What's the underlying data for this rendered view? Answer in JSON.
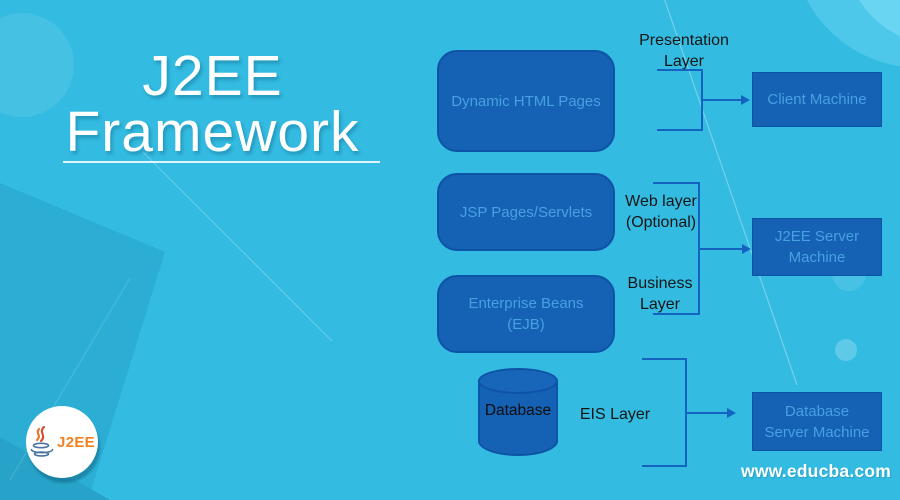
{
  "title": {
    "line1": "J2EE",
    "line2": "Framework"
  },
  "logo": {
    "text": "J2EE"
  },
  "diagram": {
    "left_boxes": [
      {
        "label": "Dynamic HTML Pages"
      },
      {
        "label": "JSP Pages/Servlets"
      },
      {
        "label": "Enterprise Beans (EJB)"
      }
    ],
    "right_boxes": [
      {
        "label": "Client Machine"
      },
      {
        "label": "J2EE Server Machine"
      },
      {
        "label": "Database Server Machine"
      }
    ],
    "database": {
      "label": "Database"
    },
    "layers": {
      "presentation": "Presentation\nLayer",
      "web": "Web layer\n(Optional)",
      "business": "Business\nLayer",
      "eis": "EIS Layer"
    }
  },
  "footer": {
    "website": "www.educba.com"
  },
  "colors": {
    "bg": "#33bbe1",
    "box_fill": "#1561b3",
    "box_border": "#0d53a6",
    "box_text": "#47a0e2",
    "bracket": "#1563c0",
    "label_text": "#161616",
    "logo_orange": "#f08223"
  }
}
